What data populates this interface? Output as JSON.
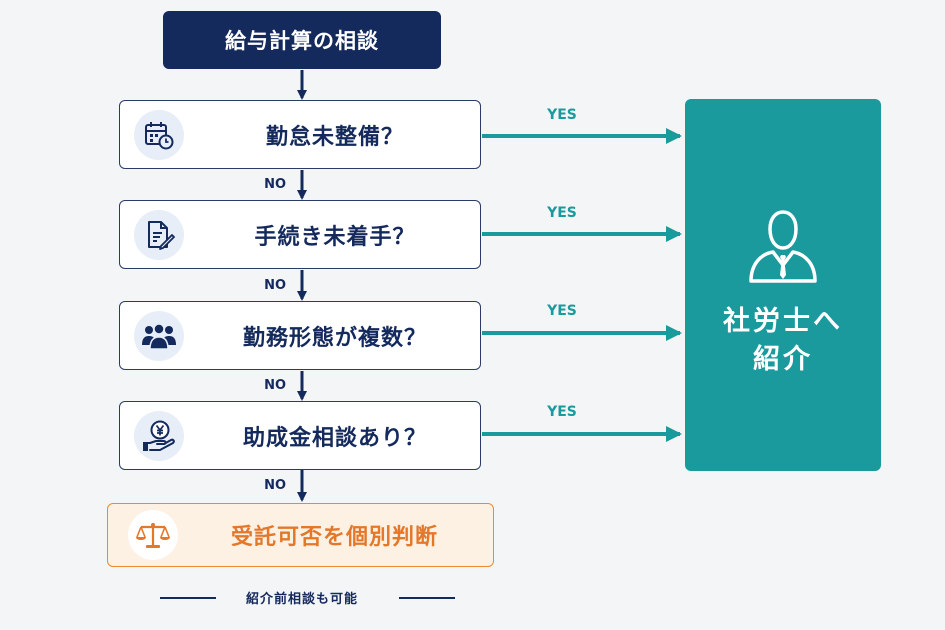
{
  "start": {
    "label": "給与計算の相談"
  },
  "questions": [
    {
      "label": "勤怠未整備？",
      "icon": "calendar-clock-icon"
    },
    {
      "label": "手続き未着手？",
      "icon": "document-pen-icon"
    },
    {
      "label": "勤務形態が複数？",
      "icon": "people-group-icon"
    },
    {
      "label": "助成金相談あり？",
      "icon": "yen-coin-hand-icon"
    }
  ],
  "branch_labels": {
    "yes": "YES",
    "no": "NO"
  },
  "final": {
    "label": "受託可否を個別判断",
    "icon": "balance-scale-icon"
  },
  "target": {
    "line1": "社労士へ",
    "line2": "紹介",
    "icon": "person-suit-icon"
  },
  "footer": {
    "note": "紹介前相談も可能"
  },
  "colors": {
    "navy": "#14295c",
    "teal": "#1b9a9d",
    "orange": "#e4782a",
    "orange_bg": "#fdf1e4",
    "icon_circle": "#e7eef7"
  }
}
